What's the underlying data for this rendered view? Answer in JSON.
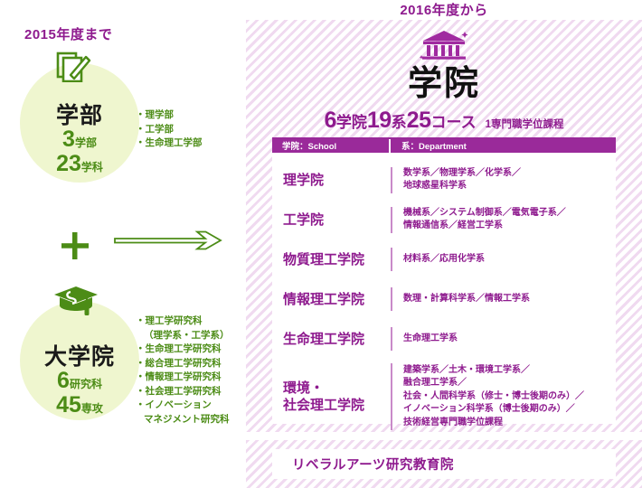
{
  "left": {
    "title": "2015年度まで",
    "undergraduate": {
      "heading": "学部",
      "stat1_num": "3",
      "stat1_unit": "学部",
      "stat2_num": "23",
      "stat2_unit": "学科",
      "icon": "document-pencil-icon",
      "list": [
        "・理学部",
        "・工学部",
        "・生命理工学部"
      ]
    },
    "plus_symbol": "+",
    "arrow": "arrow-right-icon",
    "graduate": {
      "heading": "大学院",
      "stat1_num": "6",
      "stat1_unit": "研究科",
      "stat2_num": "45",
      "stat2_unit": "専攻",
      "icon": "graduation-cap-icon",
      "list": [
        "・理工学研究科",
        "（理学系・工学系）",
        "・生命理工学研究科",
        "・総合理工学研究科",
        "・情報理工学研究科",
        "・社会理工学研究科",
        "・イノベーション",
        "マネジメント研究科"
      ]
    }
  },
  "right": {
    "title": "2016年度から",
    "icon": "university-building-icon",
    "main_heading": "学院",
    "counts": {
      "n_schools": "6",
      "schools_unit": "学院",
      "n_departments": "19",
      "departments_unit": "系",
      "n_courses": "25",
      "courses_unit": "コース",
      "professional": "1専門職学位課程"
    },
    "table": {
      "header": {
        "school": "学院：School",
        "department": "系：Department"
      },
      "rows": [
        {
          "school": "理学院",
          "department": "数学系／物理学系／化学系／\n地球惑星科学系"
        },
        {
          "school": "工学院",
          "department": "機械系／システム制御系／電気電子系／\n情報通信系／経営工学系"
        },
        {
          "school": "物質理工学院",
          "department": "材料系／応用化学系"
        },
        {
          "school": "情報理工学院",
          "department": "数理・計算科学系／情報工学系"
        },
        {
          "school": "生命理工学院",
          "department": "生命理工学系"
        },
        {
          "school": "環境・\n社会理工学院",
          "department": "建築学系／土木・環境工学系／\n融合理工学系／\n社会・人間科学系（修士・博士後期のみ）／\nイノベーション科学系（博士後期のみ）／\n技術経営専門職学位課程"
        }
      ]
    },
    "liberal_arts": "リベラルアーツ研究教育院"
  },
  "colors": {
    "purple": "#8e1a8e",
    "purple_header": "#9a2a9a",
    "green": "#4c8c16",
    "circle_bg": "#eff6cf",
    "stripe": "#f0daf0"
  }
}
